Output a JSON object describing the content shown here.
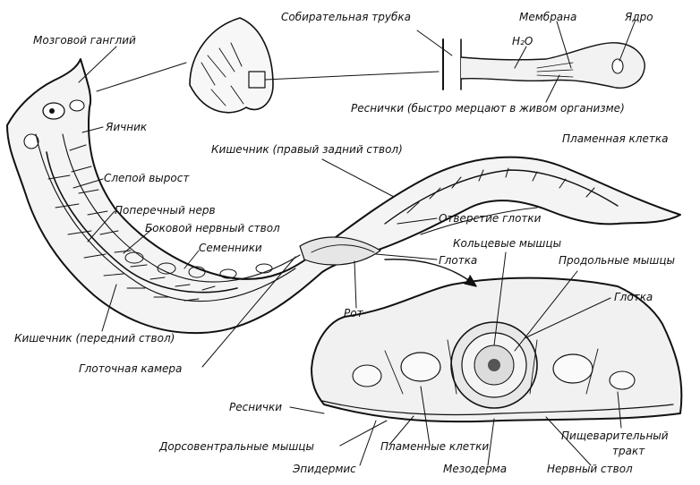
{
  "labels": {
    "brain_ganglion": "Мозговой ганглий",
    "collecting_tube": "Собирательная трубка",
    "membrane": "Мембрана",
    "nucleus": "Ядро",
    "water": "H₂O",
    "cilia_flame": "Реснички (быстро мерцают в живом организме)",
    "flame_cell": "Пламенная клетка",
    "ovary": "Яичник",
    "intestine_right_posterior": "Кишечник (правый задний ствол)",
    "blind_outgrowth": "Слепой вырост",
    "transverse_nerve": "Поперечный нерв",
    "lateral_nerve_trunk": "Боковой нервный ствол",
    "testes": "Семенники",
    "pharynx_opening": "Отверстие глотки",
    "circular_muscles": "Кольцевые мышцы",
    "pharynx_top": "Глотка",
    "longitudinal_muscles": "Продольные мышцы",
    "pharynx_section": "Глотка",
    "mouth": "Рот",
    "intestine_anterior": "Кишечник (передний ствол)",
    "pharyngeal_chamber": "Глоточная камера",
    "cilia_section": "Реснички",
    "dorsoventral_muscles": "Дорсовентральные мышцы",
    "flame_cells": "Пламенные клетки",
    "digestive_tract_1": "Пищеварительный",
    "digestive_tract_2": "тракт",
    "epidermis": "Эпидермис",
    "mesoderm": "Мезодерма",
    "nerve_trunk": "Нервный ствол"
  }
}
